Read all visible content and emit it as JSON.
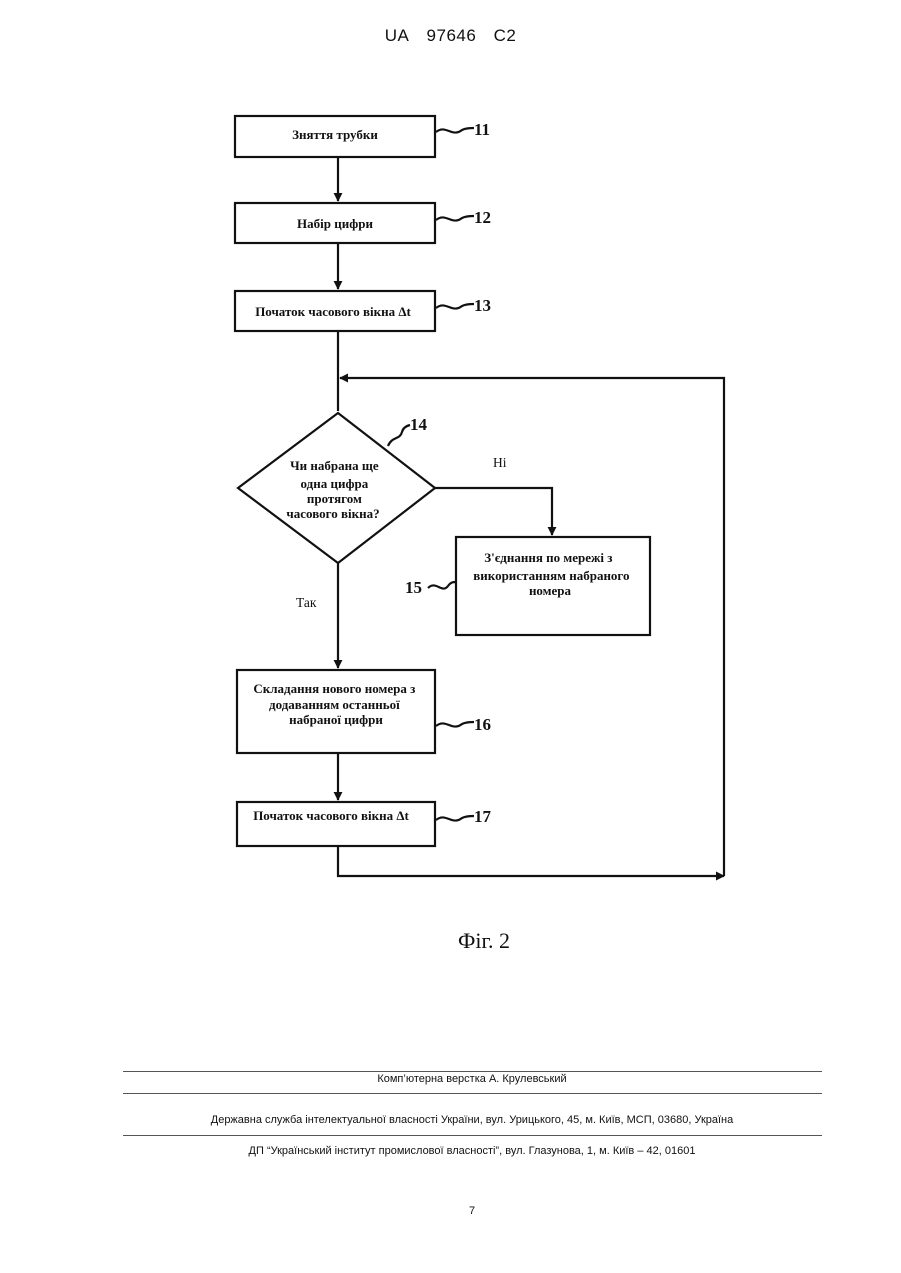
{
  "header": {
    "country": "UA",
    "number": "97646",
    "kind": "C2"
  },
  "diagram": {
    "boxes": {
      "b11": [
        "Зняття трубки"
      ],
      "b12": [
        "Набір цифри"
      ],
      "b13": [
        "Початок часового вікна Δt"
      ],
      "d14": [
        "Чи набрана ще",
        "одна цифра",
        "протягом",
        "часового вікна?"
      ],
      "b15": [
        "З'єднання по мережі з",
        "використанням набраного",
        "номера"
      ],
      "b16": [
        "Складання нового номера з",
        "додаванням останньої",
        "набраної цифри"
      ],
      "b17": [
        "Початок часового вікна Δt"
      ]
    },
    "refs": {
      "r11": "11",
      "r12": "12",
      "r13": "13",
      "r14": "14",
      "r15": "15",
      "r16": "16",
      "r17": "17"
    },
    "labels": {
      "no": "Ні",
      "yes": "Так"
    }
  },
  "figure": {
    "caption": "Фіг. 2"
  },
  "footer": {
    "typesetting": "Комп’ютерна верстка А. Крулевський",
    "agency": "Державна служба інтелектуальної власності України, вул. Урицького, 45, м. Київ, МСП, 03680, Україна",
    "institute": "ДП “Український інститут промислової власності”, вул. Глазунова, 1, м. Київ – 42, 01601",
    "page_number": "7"
  }
}
